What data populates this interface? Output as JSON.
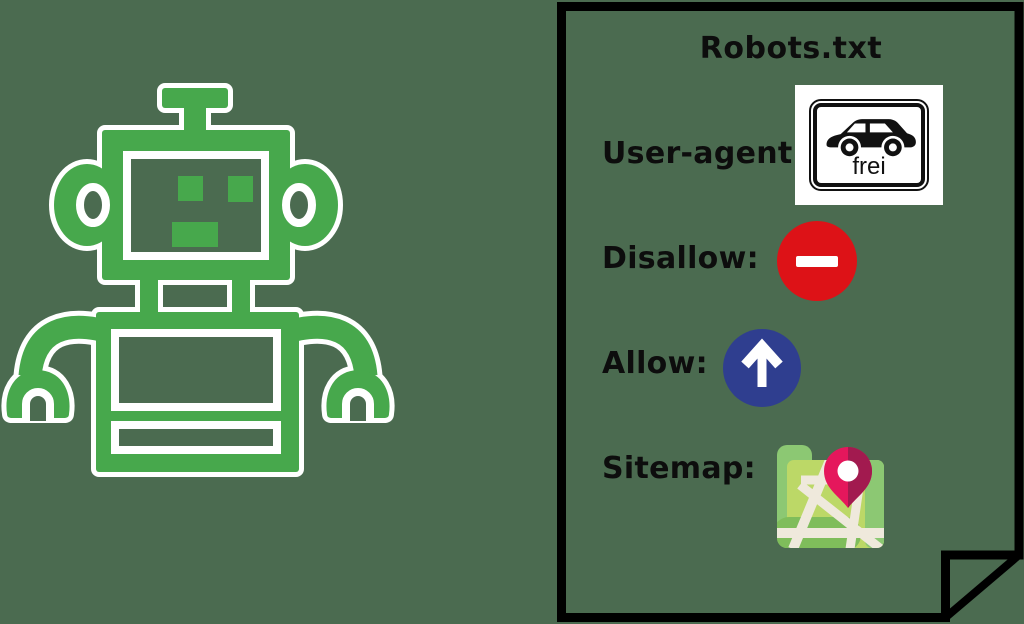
{
  "illustration": {
    "robot": {
      "name": "green-outline-robot"
    },
    "page": {
      "title": "Robots.txt",
      "rows": [
        {
          "label": "User-agent:",
          "icon": "cars-permitted-frei-traffic-sign",
          "sign_text": "frei"
        },
        {
          "label": "Disallow:",
          "icon": "no-entry-prohibition-sign"
        },
        {
          "label": "Allow:",
          "icon": "mandatory-up-arrow-sign"
        },
        {
          "label": "Sitemap:",
          "icon": "map-with-location-pin"
        }
      ]
    },
    "colors": {
      "background": "#4b6b50",
      "robot_green": "#47a84c",
      "outline_white": "#ffffff",
      "page_border": "#000000",
      "text": "#0d0d0d",
      "prohibition_red": "#dd1217",
      "mandatory_blue": "#2f3e8f",
      "pin_pink": "#e5175c",
      "pin_dark": "#a21a4f",
      "map_green_light": "#bcd867",
      "map_green_medium": "#8cc873",
      "map_green_dark": "#7fbd5b",
      "map_road": "#efe9dc",
      "sign_background": "#ffffff"
    }
  }
}
